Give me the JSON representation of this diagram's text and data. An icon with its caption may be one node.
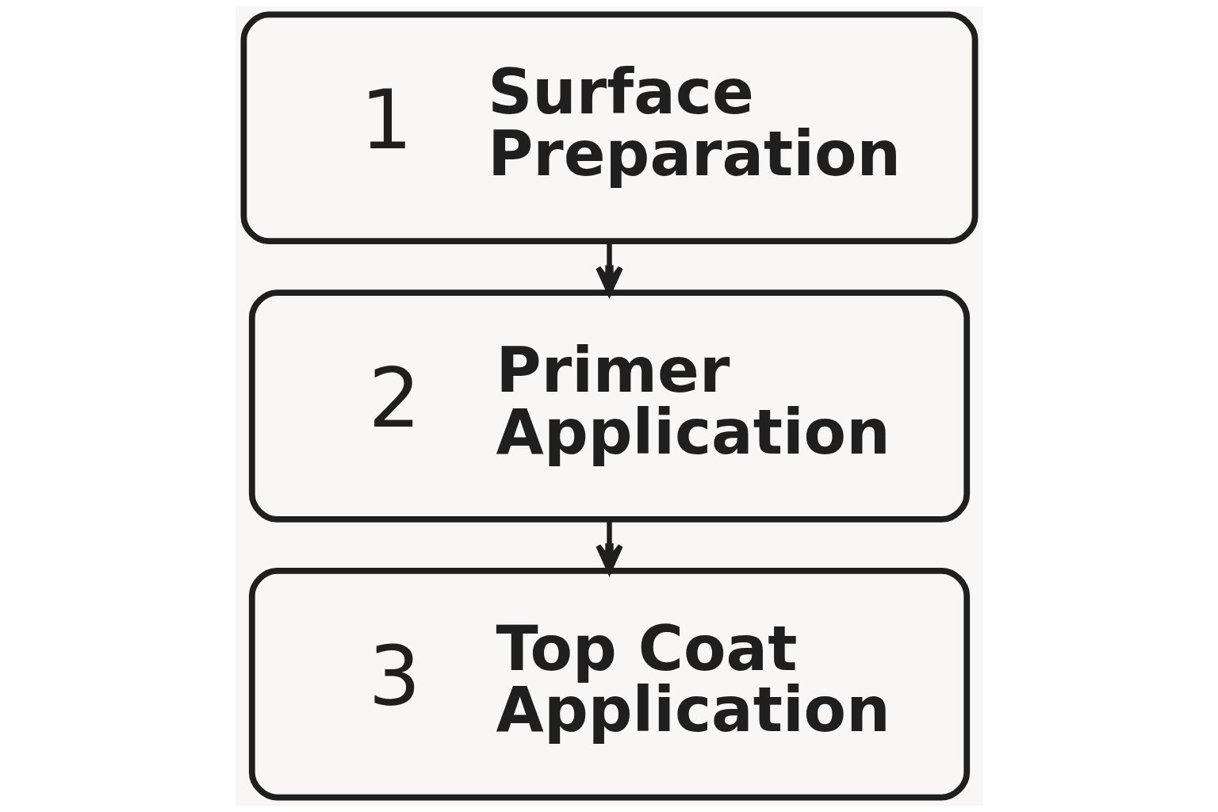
{
  "diagram": {
    "nodes": [
      {
        "text": [
          "1",
          "Surface Preparation"
        ]
      },
      {
        "text": [
          "2",
          "Primer Application"
        ]
      },
      {
        "text": [
          "3",
          "Top Coat Application"
        ]
      }
    ],
    "edges": [
      {
        "from": 0,
        "to": 1,
        "arrow": "to"
      },
      {
        "from": 1,
        "to": 2,
        "arrow": "to"
      }
    ]
  }
}
